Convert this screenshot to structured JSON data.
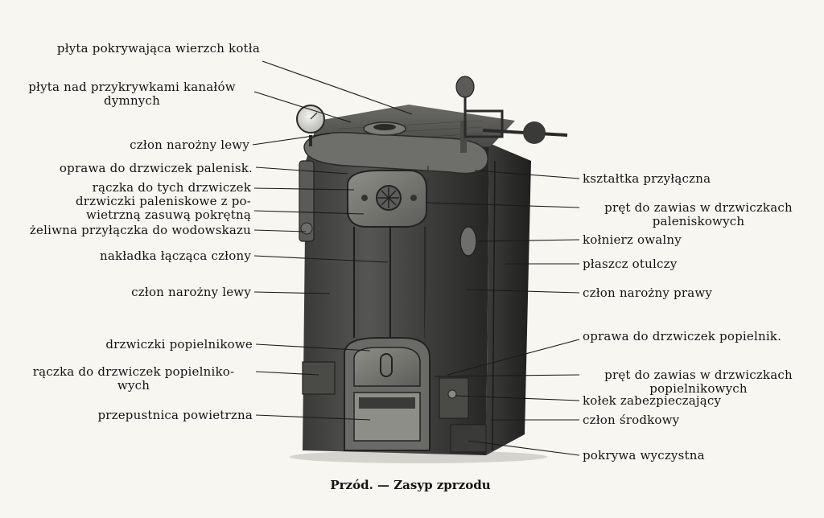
{
  "labels_left": [
    {
      "id": "plyta-wierzch",
      "text": "płyta pokrywająca wierzch kotła"
    },
    {
      "id": "plyta-kanaly",
      "text": "płyta nad przykrywkami kanałów\ndymnych"
    },
    {
      "id": "czlon-narozny-lewy-1",
      "text": "człon narożny lewy"
    },
    {
      "id": "oprawa-drzwiczek-palenisk",
      "text": "oprawa do drzwiczek palenisk."
    },
    {
      "id": "raczka-tych-drzwiczek",
      "text": "rączka do tych drzwiczek"
    },
    {
      "id": "drzwiczki-paleniskowe",
      "text": "drzwiczki paleniskowe z po-\nwietrzną zasuwą pokrętną"
    },
    {
      "id": "zeliwna-przylaczka",
      "text": "żeliwna przyłączka do wodowskazu"
    },
    {
      "id": "nakladka",
      "text": "nakładka łącząca człony"
    },
    {
      "id": "czlon-narozny-lewy-2",
      "text": "człon narożny lewy"
    },
    {
      "id": "drzwiczki-popielnikowe",
      "text": "drzwiczki popielnikowe"
    },
    {
      "id": "raczka-popielnikowe",
      "text": "rączka do drzwiczek popielniko-\nwych"
    },
    {
      "id": "przepustnica",
      "text": "przepustnica powietrzna"
    }
  ],
  "labels_right": [
    {
      "id": "ksztaltka",
      "text": "kształtka przyłączna"
    },
    {
      "id": "pret-paleniskowe",
      "text": "pręt do zawias w drzwiczkach\npaleniskowych"
    },
    {
      "id": "kolnierz",
      "text": "kołnierz owalny"
    },
    {
      "id": "plaszcz",
      "text": "płaszcz otulczy"
    },
    {
      "id": "czlon-narozny-prawy",
      "text": "człon narożny prawy"
    },
    {
      "id": "oprawa-popielnik",
      "text": "oprawa do drzwiczek popielnik."
    },
    {
      "id": "pret-popielnikowe",
      "text": "pręt do zawias w drzwiczkach\npopielnikowych"
    },
    {
      "id": "kolek",
      "text": "kołek zabezpieczający"
    },
    {
      "id": "czlon-srodkowy",
      "text": "człon środkowy"
    },
    {
      "id": "pokrywa",
      "text": "pokrywa wyczystna"
    }
  ],
  "caption": "Przód. — Zasyp zprzodu",
  "colors": {
    "ink": "#141414",
    "boiler_dark": "#2e2e2c",
    "boiler_mid": "#4a4a47",
    "boiler_light": "#8a8a85",
    "paper": "#f7f6f1"
  }
}
